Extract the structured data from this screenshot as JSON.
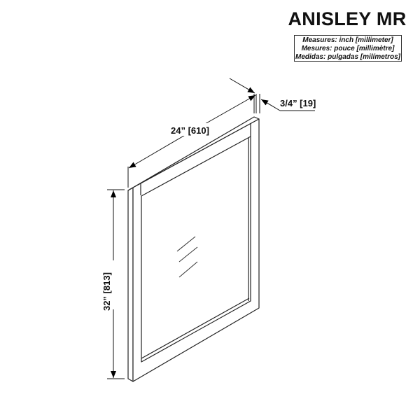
{
  "title": "ANISLEY MR",
  "units_legend": [
    "Measures: inch [millimeter]",
    "Mesures: pouce [millimètre]",
    "Medidas: pulgadas [milímetros]"
  ],
  "dimensions": {
    "width": "24” [610]",
    "height": "32” [813]",
    "depth": "3/4” [19]"
  }
}
